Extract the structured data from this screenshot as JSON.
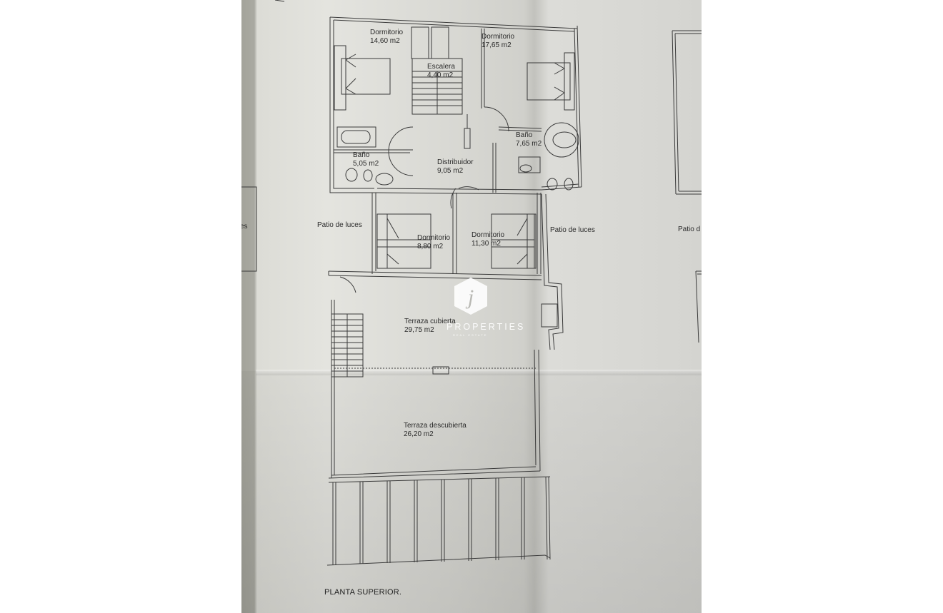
{
  "document": {
    "title": "PLANTA SUPERIOR.",
    "type": "floor plan photo"
  },
  "rooms": [
    {
      "name": "Dormitorio",
      "area": "14,60 m2"
    },
    {
      "name": "Dormitorio",
      "area": "17,65 m2"
    },
    {
      "name": "Escalera",
      "area": "4,40 m2"
    },
    {
      "name": "Baño",
      "area": "7,65 m2"
    },
    {
      "name": "Baño",
      "area": "5,05 m2"
    },
    {
      "name": "Distribuidor",
      "area": "9,05 m2"
    },
    {
      "name": "Dormitorio",
      "area": "8,80 m2"
    },
    {
      "name": "Dormitorio",
      "area": "11,30 m2"
    },
    {
      "name": "Terraza cubierta",
      "area": "29,75 m2"
    },
    {
      "name": "Terraza descubierta",
      "area": "26,20 m2"
    }
  ],
  "patios": [
    {
      "name": "Patio de luces"
    },
    {
      "name": "Patio de luces"
    },
    {
      "name": "Patio d"
    },
    {
      "name": "es"
    }
  ],
  "watermark": {
    "brand": "JJ PROPERTIES",
    "visible_brand": "PROPERTIES",
    "sub": "REAL ESTATE",
    "logo_letter": "j"
  },
  "colors": {
    "paper": "#dcdcd6",
    "line": "#3a3a3a",
    "text": "#2a2a2a",
    "background": "#ffffff"
  }
}
